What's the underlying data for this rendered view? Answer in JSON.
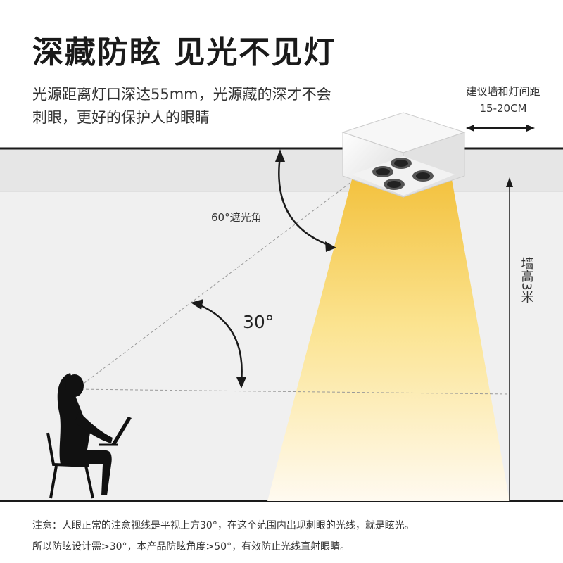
{
  "headline": "深藏防眩 见光不见灯",
  "subtext": "光源距离灯口深达55mm，光源藏的深才不会刺眼，更好的保护人的眼睛",
  "spacing_note": {
    "line1": "建议墙和灯间距",
    "line2": "15-20CM"
  },
  "labels": {
    "shading_angle": "60°遮光角",
    "view_angle": "30°",
    "wall_height": "墙高3米"
  },
  "footnote": {
    "line1": "注意：人眼正常的注意视线是平视上方30°，在这个范围内出现刺眼的光线，就是眩光。",
    "line2": "所以防眩设计需>30°，本产品防眩角度>50°，有效防止光线直射眼睛。"
  },
  "colors": {
    "wall": "#efefef",
    "ceiling": "#e8e8e8",
    "beam_top": "#f5c94a",
    "beam_bottom": "#fffaf0",
    "lines": "#1a1a1a"
  }
}
